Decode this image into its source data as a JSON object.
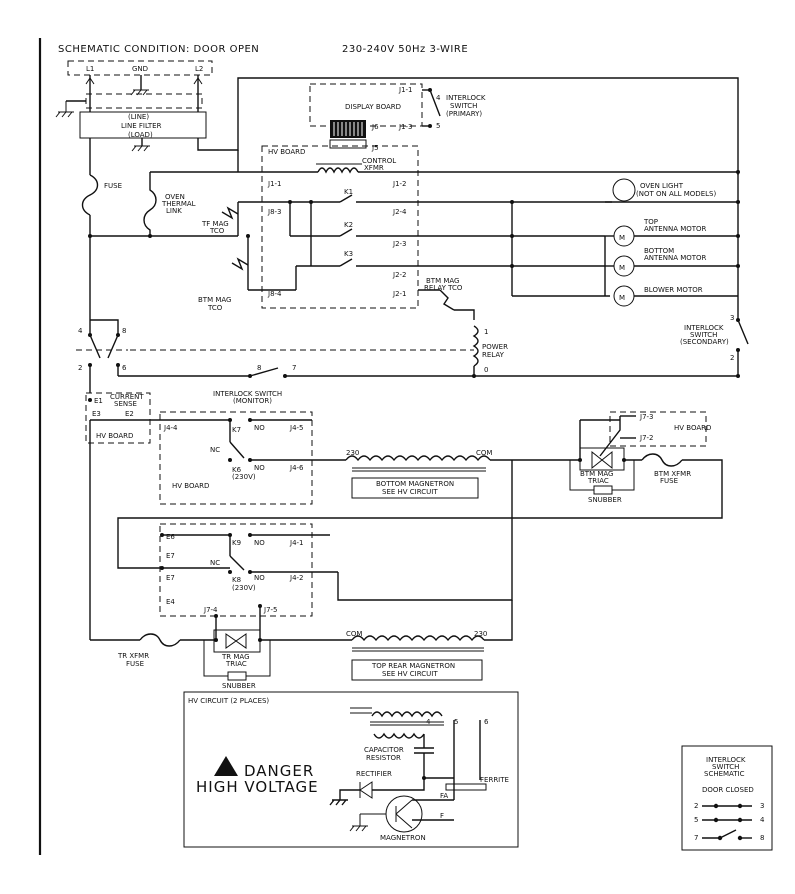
{
  "header": {
    "condition": "SCHEMATIC CONDITION: DOOR OPEN",
    "power": "230-240V 50Hz 3-WIRE"
  },
  "terminals": {
    "l1": "L1",
    "gnd": "GND",
    "l2": "L2"
  },
  "filter": {
    "line": "(LINE)",
    "name": "LINE FILTER",
    "load": "(LOAD)"
  },
  "display": {
    "board": "DISPLAY BOARD",
    "j1_1": "J1-1",
    "j1_3": "J1-3",
    "j6": "J6",
    "j5": "J5",
    "n4": "4",
    "n5": "5",
    "interlock": "INTERLOCK",
    "switch": "SWITCH",
    "primary": "(PRIMARY)"
  },
  "hv_board_top": {
    "label": "HV BOARD",
    "control": "CONTROL",
    "xfmr": "XFMR"
  },
  "jacks": {
    "j1_1": "J1-1",
    "j1_2": "J1-2",
    "j8_3": "J8-3",
    "j8_4": "J8-4",
    "j2_4": "J2-4",
    "j2_3": "J2-3",
    "j2_2": "J2-2",
    "j2_1": "J2-1",
    "k1": "K1",
    "k2": "K2",
    "k3": "K3"
  },
  "left_parts": {
    "fuse": "FUSE",
    "oven": "OVEN",
    "thermal": "THERMAL",
    "link": "LINK",
    "tf_mag": "TF MAG",
    "tco": "TCO",
    "btm_mag": "BTM MAG",
    "tco2": "TCO"
  },
  "loads": {
    "light1": "OVEN LIGHT",
    "light2": "(NOT ON ALL MODELS)",
    "top1": "TOP",
    "top2": "ANTENNA MOTOR",
    "bot1": "BOTTOM",
    "bot2": "ANTENNA MOTOR",
    "blower": "BLOWER MOTOR",
    "m": "M"
  },
  "relay": {
    "btm1": "BTM MAG",
    "btm2": "RELAY TCO",
    "n1": "1",
    "power": "POWER",
    "relay": "RELAY",
    "n0": "0"
  },
  "secondary": {
    "n3": "3",
    "n2": "2",
    "l1": "INTERLOCK",
    "l2": "SWITCH",
    "l3": "(SECONDARY)"
  },
  "door_sw": {
    "n4": "4",
    "n8": "8",
    "n2": "2",
    "n6": "6"
  },
  "monitor": {
    "n8": "8",
    "n7": "7",
    "l1": "INTERLOCK SWITCH",
    "l2": "(MONITOR)"
  },
  "current_sense": {
    "e1": "E1",
    "current": "CURRENT",
    "sense": "SENSE",
    "e3": "E3",
    "e2": "E2",
    "board": "HV BOARD"
  },
  "hvb1": {
    "j4_4": "J4-4",
    "k7": "K7",
    "no1": "NO",
    "j4_5": "J4-5",
    "nc": "NC",
    "k6": "K6",
    "v230": "(230V)",
    "no2": "NO",
    "j4_6": "J4-6",
    "board": "HV BOARD"
  },
  "bottom_mag": {
    "v230": "230",
    "com": "COM",
    "l1": "BOTTOM MAGNETRON",
    "l2": "SEE HV CIRCUIT"
  },
  "btm_triac": {
    "j7_3": "J7-3",
    "j7_2": "J7-2",
    "board": "HV BOARD",
    "btm": "BTM MAG",
    "triac": "TRIAC",
    "snubber": "SNUBBER",
    "xfmr": "BTM XFMR",
    "fuse": "FUSE"
  },
  "hvb2": {
    "e6": "E6",
    "k9": "K9",
    "no1": "NO",
    "j4_1": "J4-1",
    "e7a": "E7",
    "nc": "NC",
    "e7b": "E7",
    "k8": "K8",
    "no2": "NO",
    "j4_2": "J4-2",
    "v230": "(230V)",
    "e4": "E4",
    "j7_4": "J7-4",
    "j7_5": "J7-5"
  },
  "top_rear": {
    "tr1": "TR XFMR",
    "tr2": "FUSE",
    "tm1": "TR MAG",
    "tm2": "TRIAC",
    "snubber": "SNUBBER",
    "com": "COM",
    "v230": "230",
    "l1": "TOP REAR MAGNETRON",
    "l2": "SEE HV CIRCUIT"
  },
  "hv_circuit": {
    "title": "HV CIRCUIT (2 PLACES)",
    "n4": "4",
    "n5": "5",
    "n6": "6",
    "cap1": "CAPACITOR",
    "cap2": "RESISTOR",
    "rectifier": "RECTIFIER",
    "ferrite": "FERRITE",
    "fa": "FA",
    "f": "F",
    "magnetron": "MAGNETRON",
    "danger": "DANGER",
    "high_voltage": "HIGH VOLTAGE"
  },
  "legend": {
    "l1": "INTERLOCK",
    "l2": "SWITCH",
    "l3": "SCHEMATIC",
    "door": "DOOR CLOSED",
    "a1": "2",
    "a2": "3",
    "b1": "5",
    "b2": "4",
    "c1": "7",
    "c2": "8"
  }
}
